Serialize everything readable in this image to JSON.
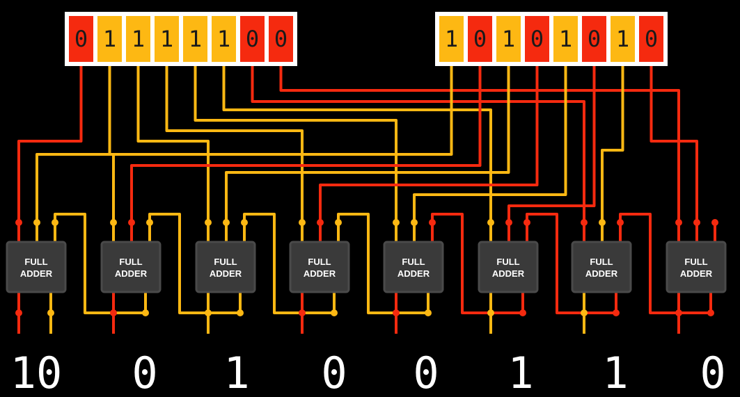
{
  "colors": {
    "one": "#fdb813",
    "zero": "#f52a0f",
    "adder_fill": "#3a3a3a",
    "adder_border": "#4a4a4a",
    "background": "#000000"
  },
  "operand_a": [
    "0",
    "1",
    "1",
    "1",
    "1",
    "1",
    "0",
    "0"
  ],
  "operand_b": [
    "1",
    "0",
    "1",
    "0",
    "1",
    "0",
    "1",
    "0"
  ],
  "adder_label_line1": "FULL",
  "adder_label_line2": "ADDER",
  "adder_count": 8,
  "outputs": [
    "10",
    "0",
    "1",
    "0",
    "0",
    "1",
    "1",
    "0"
  ]
}
